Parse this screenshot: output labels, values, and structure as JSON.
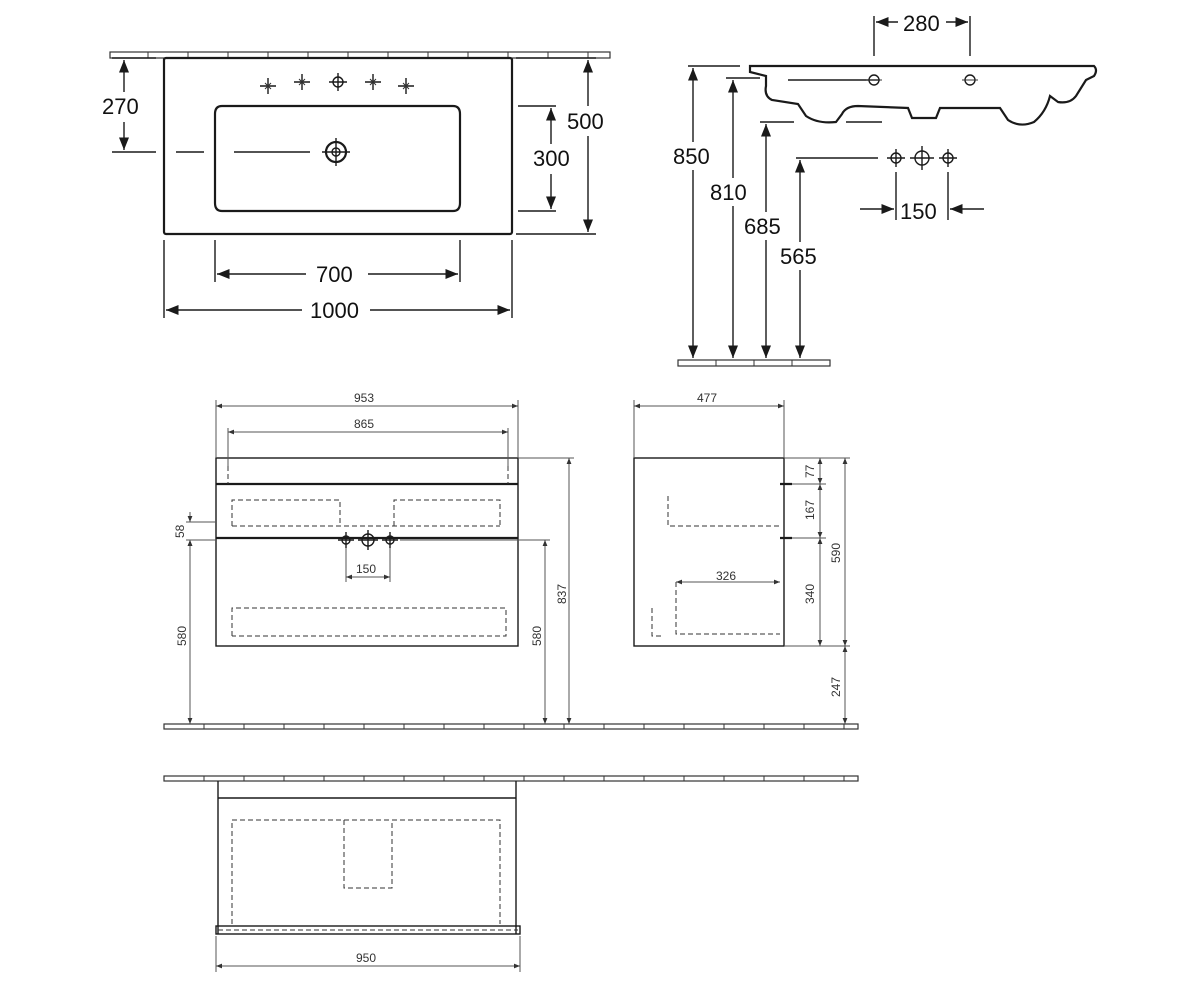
{
  "top_plan": {
    "dim_270": "270",
    "dim_500": "500",
    "dim_300": "300",
    "dim_700": "700",
    "dim_1000": "1000"
  },
  "side_profile": {
    "dim_280": "280",
    "dim_850": "850",
    "dim_810": "810",
    "dim_685": "685",
    "dim_565": "565",
    "dim_150": "150"
  },
  "front_view": {
    "dim_953": "953",
    "dim_865": "865",
    "dim_58": "58",
    "dim_150": "150",
    "dim_580_left": "580",
    "dim_580_right": "580",
    "dim_837": "837"
  },
  "side_view": {
    "dim_477": "477",
    "dim_77": "77",
    "dim_167": "167",
    "dim_590": "590",
    "dim_326": "326",
    "dim_340": "340",
    "dim_247": "247"
  },
  "plan_view": {
    "dim_950": "950"
  }
}
